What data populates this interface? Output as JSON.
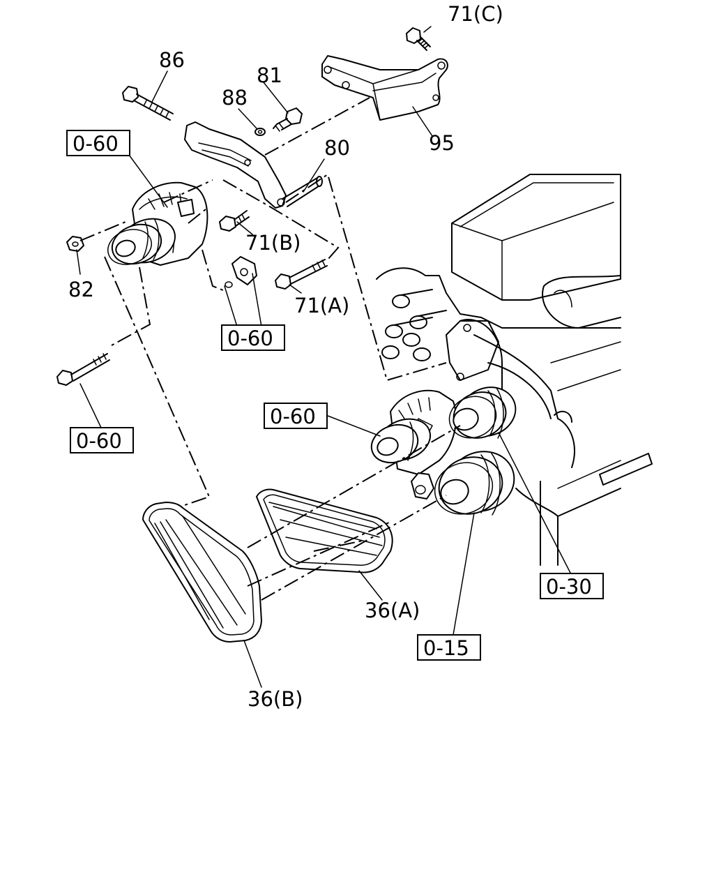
{
  "part_labels": {
    "p71c": "71(C)",
    "p86": "86",
    "p81": "81",
    "p88": "88",
    "p80": "80",
    "p95": "95",
    "p71b": "71(B)",
    "p71a": "71(A)",
    "p82": "82",
    "p36a": "36(A)",
    "p36b": "36(B)"
  },
  "ref_boxes": {
    "r1": "0-60",
    "r2": "0-60",
    "r3": "0-60",
    "r4": "0-60",
    "r5": "0-30",
    "r6": "0-15"
  }
}
